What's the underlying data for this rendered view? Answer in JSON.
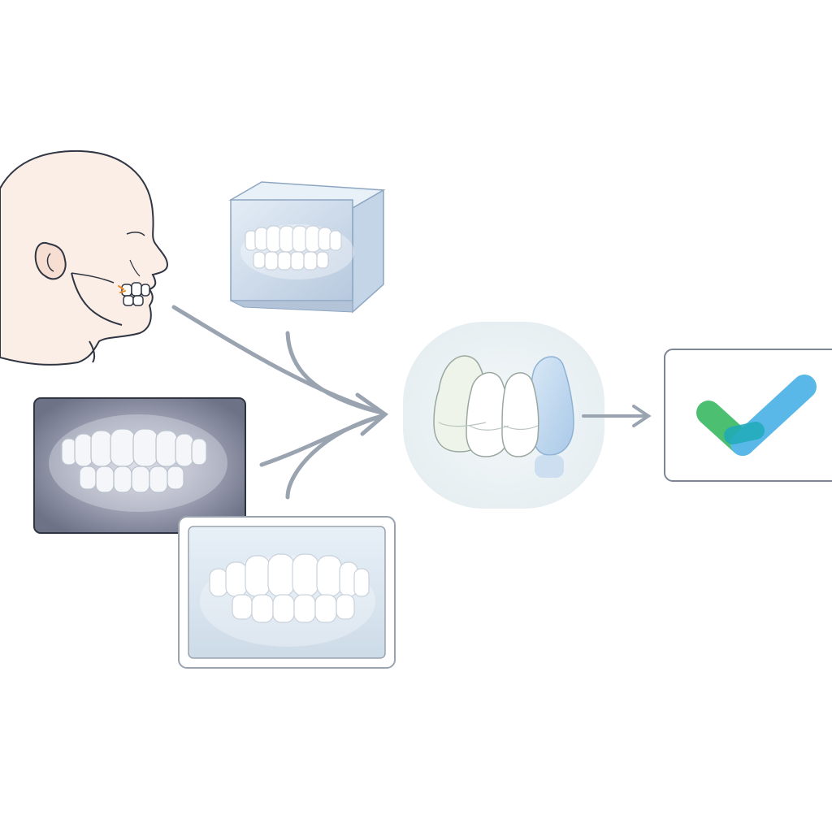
{
  "diagram": {
    "nodes": [
      {
        "id": "patient",
        "icon": "patient-profile-icon"
      },
      {
        "id": "scan3d",
        "icon": "3d-dental-scan-icon"
      },
      {
        "id": "xray",
        "icon": "dental-xray-icon"
      },
      {
        "id": "intraoral",
        "icon": "intraoral-photo-icon"
      },
      {
        "id": "model",
        "icon": "tooth-model-icon"
      },
      {
        "id": "result",
        "icon": "checkmark-icon"
      }
    ],
    "edges": [
      {
        "from": "patient",
        "to": "model"
      },
      {
        "from": "scan3d",
        "to": "model"
      },
      {
        "from": "xray",
        "to": "model"
      },
      {
        "from": "model",
        "to": "result"
      }
    ]
  },
  "colors": {
    "skin": "#fbeee6",
    "outline": "#2f3542",
    "arrow": "#9aa3b0",
    "check_green": "#4cc070",
    "check_teal": "#1fa9b9",
    "check_blue": "#5ab8e8",
    "xray_bg": "#6e7286",
    "scan_bg": "#d5e2ee"
  }
}
